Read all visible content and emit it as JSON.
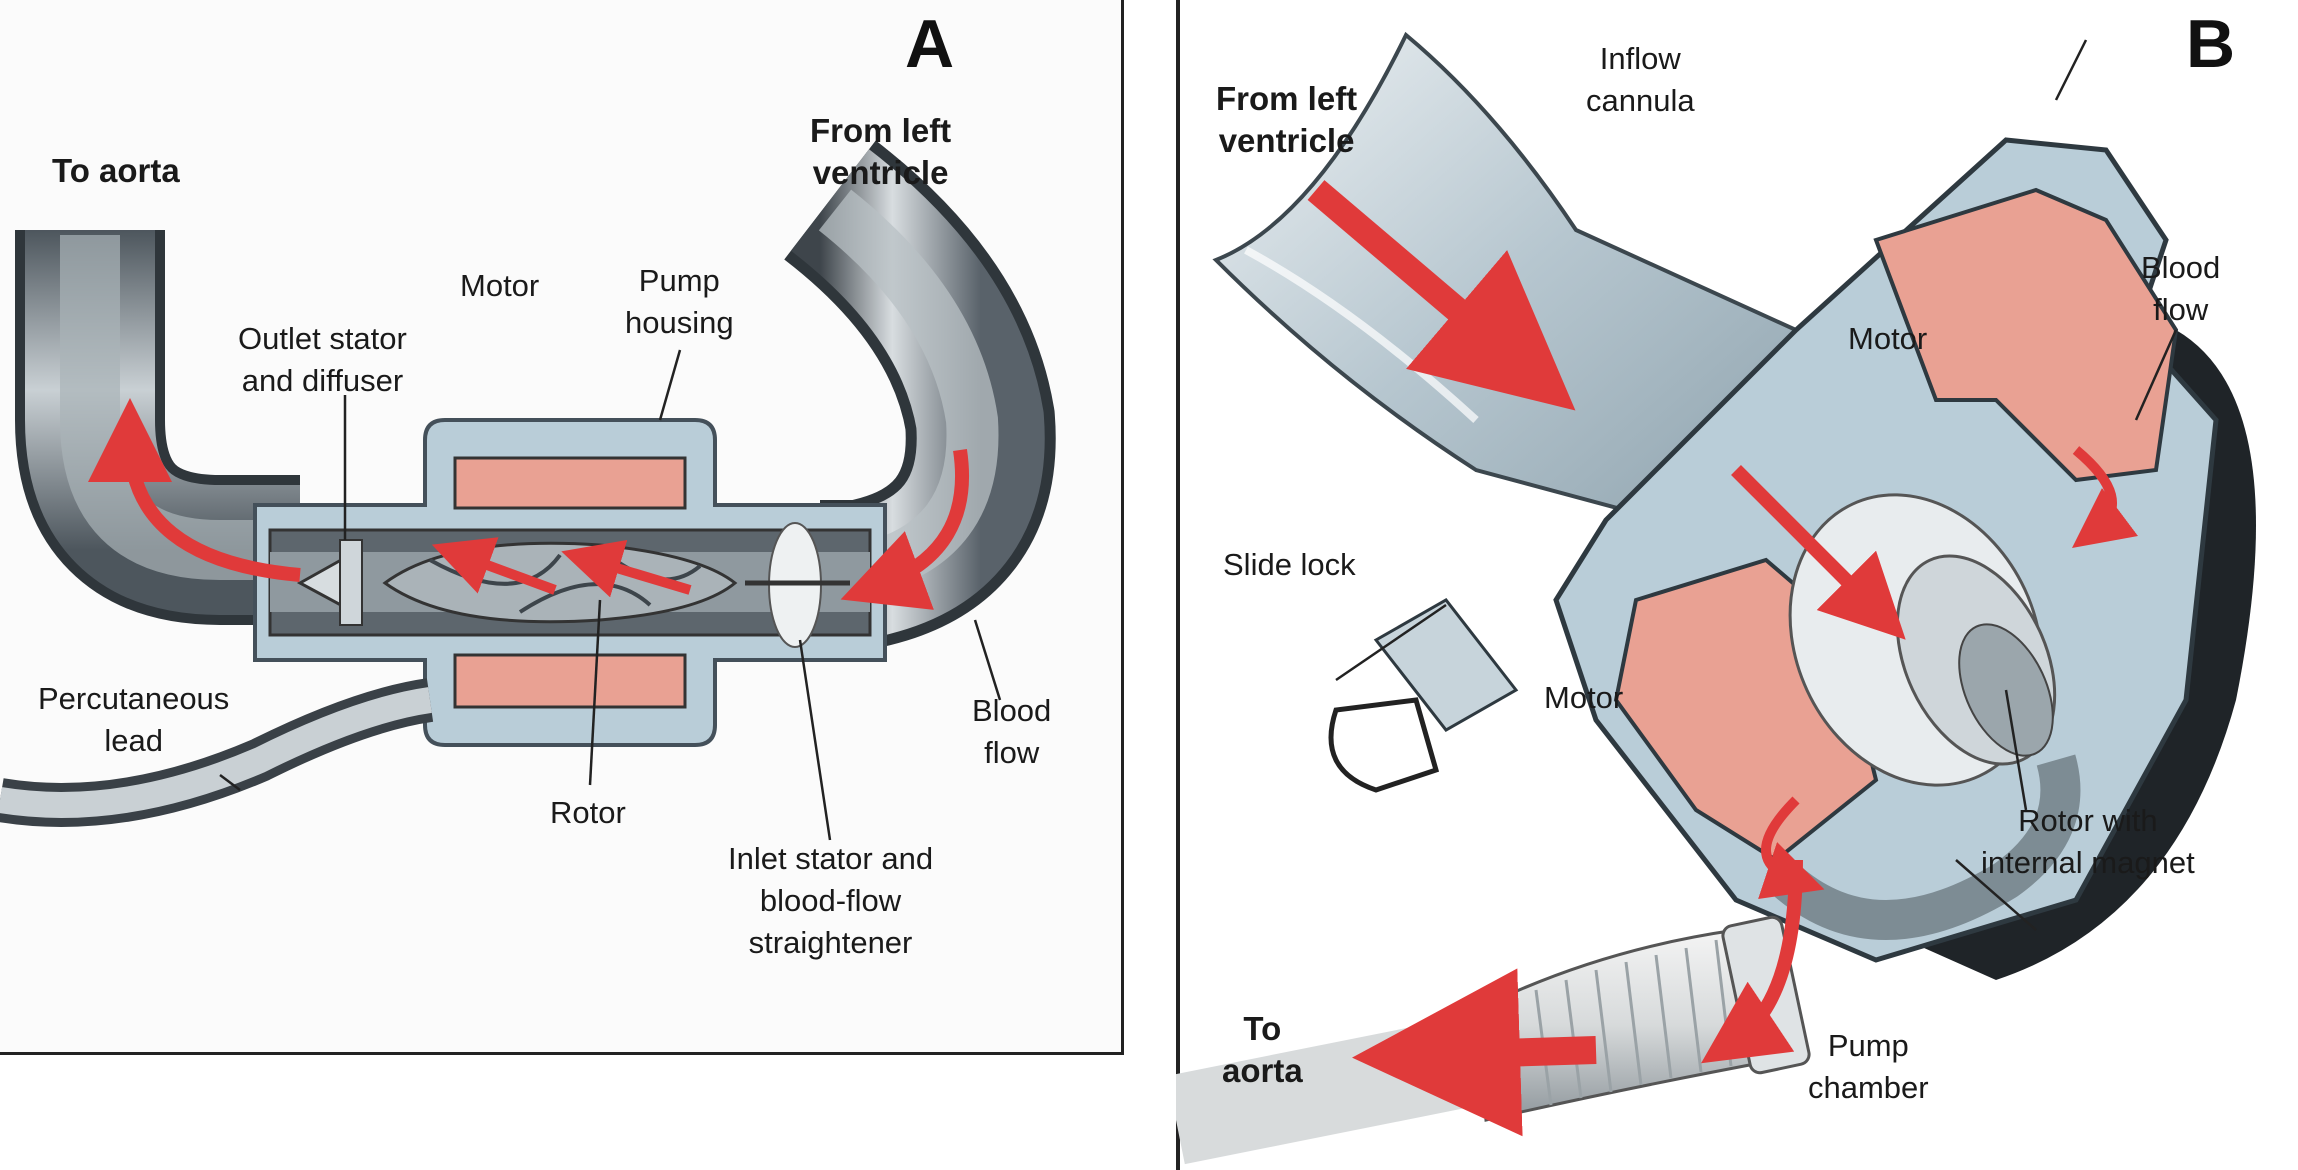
{
  "panel_a": {
    "letter": "A",
    "labels": {
      "to_aorta": "To aorta",
      "from_left_ventricle": "From left\nventricle",
      "motor": "Motor",
      "pump_housing": "Pump\nhousing",
      "outlet_stator": "Outlet stator\nand diffuser",
      "percutaneous_lead": "Percutaneous\nlead",
      "rotor": "Rotor",
      "inlet_stator": "Inlet stator and\nblood-flow\nstraightener",
      "blood_flow": "Blood\nflow"
    }
  },
  "panel_b": {
    "letter": "B",
    "labels": {
      "from_left_ventricle": "From left\nventricle",
      "inflow_cannula": "Inflow\ncannula",
      "motor_top": "Motor",
      "motor_bottom": "Motor",
      "blood_flow": "Blood\nflow",
      "slide_lock": "Slide lock",
      "rotor_magnet": "Rotor with\ninternal magnet",
      "pump_chamber": "Pump\nchamber",
      "to_aorta": "To\naorta"
    }
  },
  "colors": {
    "motor": "#e9a193",
    "flow_arrow": "#e03a3a",
    "housing": "#b9cdd8",
    "tube_dark": "#5f6a72"
  }
}
